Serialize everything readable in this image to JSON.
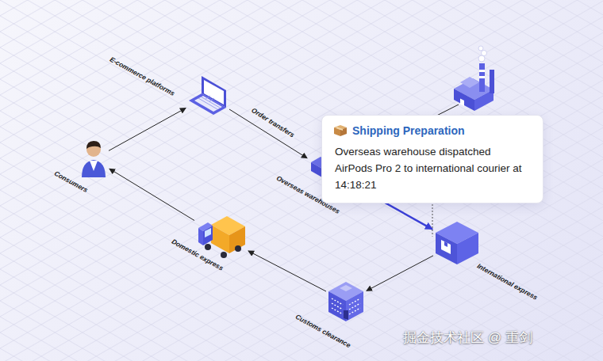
{
  "diagram": {
    "nodes": [
      {
        "text": [
          "E-commerce platforms"
        ]
      },
      {
        "text": [
          "Consumers"
        ]
      },
      {
        "text": [
          "Overseas warehouses"
        ]
      },
      {
        "text": [
          "Shipping Preparation",
          "Overseas warehouse dispatched AirPods Pro 2 to international courier at 14:18:21"
        ]
      },
      {
        "text": [
          "International express"
        ]
      },
      {
        "text": [
          "Domestic express"
        ]
      },
      {
        "text": [
          "Customs clearance"
        ]
      }
    ],
    "edges": [
      {
        "from": 1,
        "to": 0,
        "arrow": "to"
      },
      {
        "from": 0,
        "to": 2,
        "label": "Order transfers",
        "arrow": "to"
      },
      {
        "from": 2,
        "to": 4,
        "arrow": "to"
      },
      {
        "from": 3,
        "to": 4,
        "arrow": "none"
      },
      {
        "from": 4,
        "to": 6,
        "arrow": "to"
      },
      {
        "from": 6,
        "to": 5,
        "arrow": "to"
      },
      {
        "from": 5,
        "to": 1,
        "arrow": "to"
      }
    ],
    "labels": [
      "掘金技术社区 @ 重剑"
    ]
  }
}
